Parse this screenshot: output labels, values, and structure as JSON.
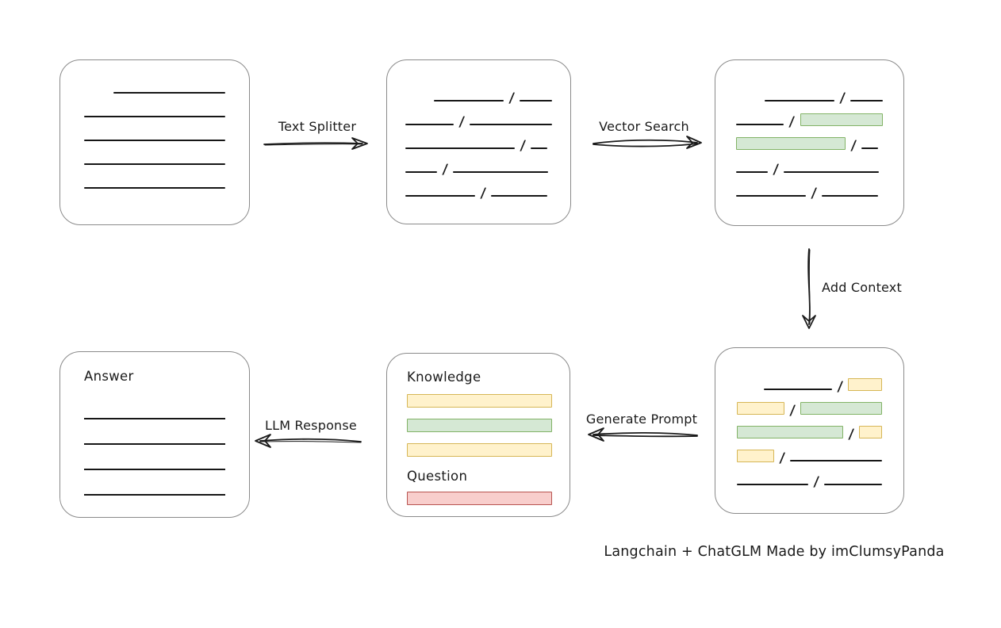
{
  "credit": "Langchain + ChatGLM Made by imClumsyPanda",
  "arrows": [
    {
      "id": "text-splitter",
      "label": "Text Splitter"
    },
    {
      "id": "vector-search",
      "label": "Vector Search"
    },
    {
      "id": "add-context",
      "label": "Add Context"
    },
    {
      "id": "generate-prompt",
      "label": "Generate Prompt"
    },
    {
      "id": "llm-response",
      "label": "LLM Response"
    }
  ],
  "glyphs": {
    "slash": "/"
  },
  "colors": {
    "green_fill": "#d5e8d4",
    "green_border": "#82b366",
    "yellow_fill": "#fff2cc",
    "yellow_border": "#d6b656",
    "red_fill": "#f8cecc",
    "red_border": "#b85450",
    "box_border": "#8a8a8a",
    "line": "#161616"
  },
  "boxes": {
    "document": {
      "rows": [
        [
          {
            "t": "space",
            "w": 32
          },
          {
            "t": "line",
            "w": 148
          }
        ],
        [
          {
            "t": "line",
            "w": 180
          }
        ],
        [
          {
            "t": "line",
            "w": 180
          }
        ],
        [
          {
            "t": "line",
            "w": 180
          }
        ],
        [
          {
            "t": "line",
            "w": 178
          }
        ]
      ]
    },
    "split": {
      "rows": [
        [
          {
            "t": "space",
            "w": 30
          },
          {
            "t": "line",
            "w": 93
          },
          {
            "t": "slash"
          },
          {
            "t": "line",
            "w": 43
          }
        ],
        [
          {
            "t": "line",
            "w": 62
          },
          {
            "t": "slash"
          },
          {
            "t": "line",
            "w": 105
          }
        ],
        [
          {
            "t": "line",
            "w": 138
          },
          {
            "t": "slash"
          },
          {
            "t": "line",
            "w": 21
          }
        ],
        [
          {
            "t": "line",
            "w": 40
          },
          {
            "t": "slash"
          },
          {
            "t": "line",
            "w": 120
          }
        ],
        [
          {
            "t": "line",
            "w": 88
          },
          {
            "t": "slash"
          },
          {
            "t": "line",
            "w": 71
          }
        ]
      ]
    },
    "search": {
      "rows": [
        [
          {
            "t": "space",
            "w": 30
          },
          {
            "t": "line",
            "w": 93
          },
          {
            "t": "slash"
          },
          {
            "t": "line",
            "w": 43
          }
        ],
        [
          {
            "t": "line",
            "w": 62
          },
          {
            "t": "slash"
          },
          {
            "t": "green",
            "w": 107
          }
        ],
        [
          {
            "t": "green",
            "w": 138
          },
          {
            "t": "slash"
          },
          {
            "t": "line",
            "w": 21
          }
        ],
        [
          {
            "t": "line",
            "w": 40
          },
          {
            "t": "slash"
          },
          {
            "t": "line",
            "w": 120
          }
        ],
        [
          {
            "t": "line",
            "w": 88
          },
          {
            "t": "slash"
          },
          {
            "t": "line",
            "w": 71
          }
        ]
      ]
    },
    "context": {
      "rows": [
        [
          {
            "t": "space",
            "w": 30
          },
          {
            "t": "line",
            "w": 93
          },
          {
            "t": "slash"
          },
          {
            "t": "yellow",
            "w": 47
          }
        ],
        [
          {
            "t": "yellow",
            "w": 62
          },
          {
            "t": "slash"
          },
          {
            "t": "green",
            "w": 107
          }
        ],
        [
          {
            "t": "green",
            "w": 138
          },
          {
            "t": "slash"
          },
          {
            "t": "yellow",
            "w": 30
          }
        ],
        [
          {
            "t": "yellow",
            "w": 47
          },
          {
            "t": "slash"
          },
          {
            "t": "line",
            "w": 117
          }
        ],
        [
          {
            "t": "line",
            "w": 90
          },
          {
            "t": "slash"
          },
          {
            "t": "line",
            "w": 73
          }
        ]
      ]
    },
    "prompt": {
      "knowledge_label": "Knowledge",
      "question_label": "Question",
      "knowledge_bars": [
        "yellow",
        "green",
        "yellow"
      ],
      "question_bars": [
        "red"
      ]
    },
    "answer": {
      "label": "Answer",
      "line_count": 4
    }
  }
}
